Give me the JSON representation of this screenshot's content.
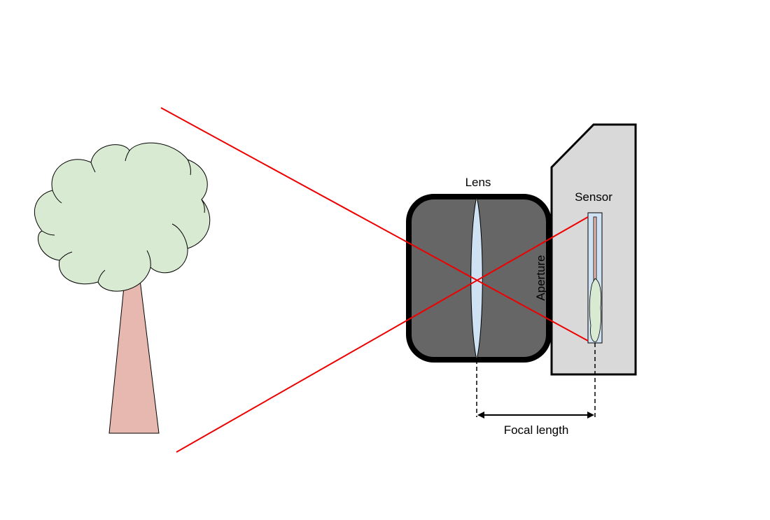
{
  "labels": {
    "lens": "Lens",
    "sensor": "Sensor",
    "aperture": "Aperture",
    "focal_length": "Focal length"
  },
  "colors": {
    "background": "#ffffff",
    "ray": "#ee0000",
    "tree_foliage": "#d9ead3",
    "tree_trunk": "#e6b8af",
    "lens_body": "#666666",
    "lens_element": "#cfe2f3",
    "camera_body": "#d9d9d9",
    "outline": "#000000"
  }
}
